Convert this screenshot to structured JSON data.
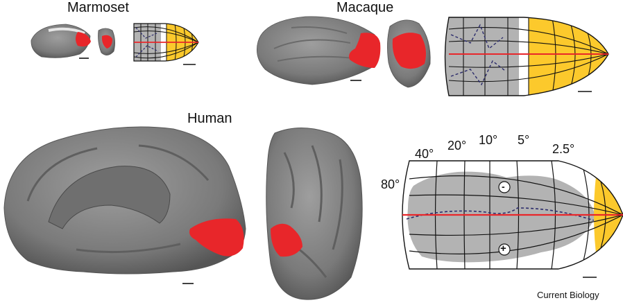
{
  "species": {
    "marmoset": "Marmoset",
    "macaque": "Macaque",
    "human": "Human"
  },
  "eccentricity_labels": [
    "80°",
    "40°",
    "20°",
    "10°",
    "5°",
    "2.5°"
  ],
  "sign_labels": {
    "minus": "-",
    "plus": "+"
  },
  "credit": "Current Biology",
  "colors": {
    "cortex": "#8c8c8c",
    "cortex_dark": "#5e5e5e",
    "v1_red": "#e8262a",
    "horizontal_meridian": "#e8262a",
    "coverage_gray": "#b3b3b3",
    "foveal_yellow": "#fcc92c",
    "vertical_meridian_dash": "#2b2b6b",
    "grid": "#111111"
  }
}
